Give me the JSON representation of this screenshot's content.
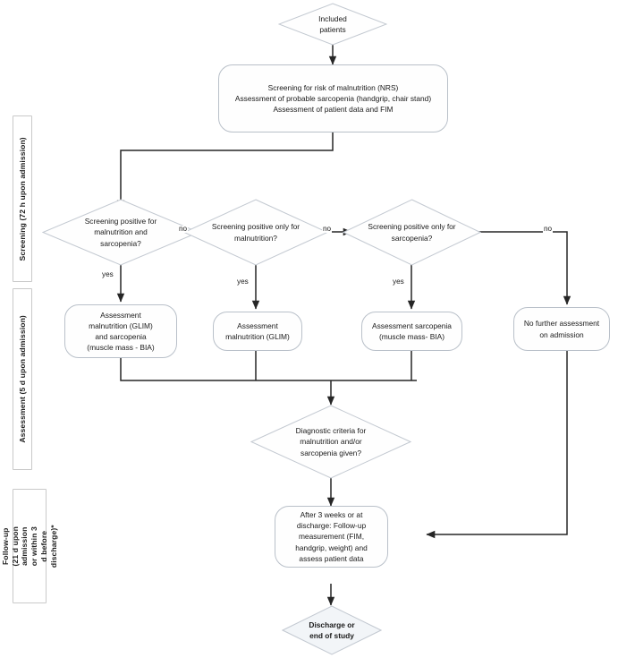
{
  "figure": {
    "type": "flowchart",
    "title": "Study flow of screening, assessment and follow-up for malnutrition and sarcopenia"
  },
  "phases": [
    {
      "id": "screening",
      "label": "Screening (72 h upon admission)"
    },
    {
      "id": "assessment",
      "label": "Assessment (5 d upon admission)"
    },
    {
      "id": "followup",
      "label": "Follow-up (21 d upon admission or within 3 d before discharge)*"
    }
  ],
  "nodes": {
    "included_patients": {
      "shape": "diamond",
      "text": "Included\npatients"
    },
    "screening_box": {
      "shape": "rounded-rect",
      "text": "Screening for risk of malnutrition (NRS)\nAssessment of  probable sarcopenia (handgrip, chair stand)\nAssessment of patient data and FIM"
    },
    "decision_both": {
      "shape": "diamond",
      "text": "Screening positive for\nmalnutrition and\nsarcopenia?"
    },
    "decision_malnutrition": {
      "shape": "diamond",
      "text": "Screening positive only for\nmalnutrition?"
    },
    "decision_sarcopenia": {
      "shape": "diamond",
      "text": "Screening positive only for\nsarcopenia?"
    },
    "assess_both": {
      "shape": "rounded-rect",
      "text": "Assessment\nmalnutrition (GLIM)\nand sarcopenia\n(muscle mass - BIA)"
    },
    "assess_malnutrition": {
      "shape": "rounded-rect",
      "text": "Assessment\nmalnutrition (GLIM)"
    },
    "assess_sarcopenia": {
      "shape": "rounded-rect",
      "text": "Assessment sarcopenia\n(muscle mass- BIA)"
    },
    "no_assessment": {
      "shape": "rounded-rect",
      "text": "No further assessment\non admission"
    },
    "diagnostic_criteria": {
      "shape": "diamond",
      "text": "Diagnostic criteria for\nmalnutrition and/or\nsarcopenia given?"
    },
    "followup_box": {
      "shape": "rounded-rect",
      "text": "After 3 weeks or at\ndischarge: Follow-up\nmeasurement (FIM,\nhandgrip, weight) and\nassess patient data"
    },
    "discharge": {
      "shape": "diamond",
      "text": "Discharge or\nend of study"
    }
  },
  "edge_labels": {
    "no_1": "no",
    "no_2": "no",
    "no_3": "no",
    "yes_1": "yes",
    "yes_2": "yes",
    "yes_3": "yes"
  },
  "colors": {
    "node_stroke": "#b9c0c9",
    "node_fill": "#fefefe",
    "edge": "#262626",
    "rail_stroke": "#c9c9c9",
    "text": "#1a1a1a"
  }
}
